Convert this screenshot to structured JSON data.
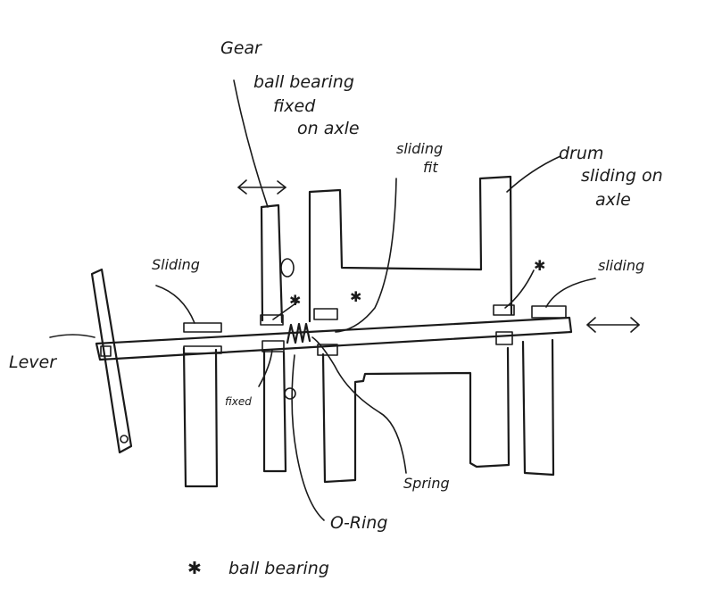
{
  "labels": {
    "gear_title": "Gear",
    "gear_line1": "ball bearing",
    "gear_line2": "fixed",
    "gear_line3": "on axle",
    "sliding_fit_1": "sliding",
    "sliding_fit_2": "fit",
    "drum_1": "drum",
    "drum_2": "sliding on",
    "drum_3": "axle",
    "sliding_left": "Sliding",
    "sliding_right": "sliding",
    "lever": "Lever",
    "fixed": "fixed",
    "spring": "Spring",
    "oring": "O-Ring",
    "legend_star": "✱",
    "legend_text": "ball bearing",
    "star_a": "✱",
    "star_b": "✱",
    "star_c": "✱"
  }
}
